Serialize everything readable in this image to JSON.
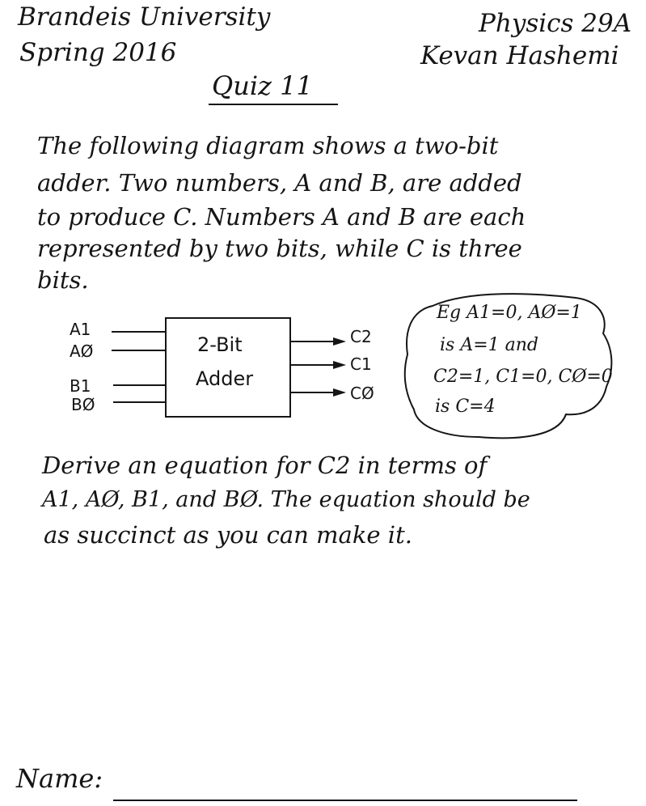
{
  "header": {
    "university": "Brandeis University",
    "term": "Spring 2016",
    "course": "Physics 29A",
    "instructor": "Kevan Hashemi",
    "title": "Quiz 11"
  },
  "intro_lines": [
    "The following diagram shows a two-bit",
    "adder. Two numbers, A and B, are added",
    "to produce C. Numbers A and B are each",
    "represented by two bits, while C is three",
    "bits."
  ],
  "diagram": {
    "block_line1": "2-Bit",
    "block_line2": "Adder",
    "inputs": [
      "A1",
      "AØ",
      "B1",
      "BØ"
    ],
    "outputs": [
      "C2",
      "C1",
      "CØ"
    ]
  },
  "note_lines": [
    "Eg  A1=0, AØ=1",
    "is A=1 and",
    "C2=1, C1=0, CØ=0",
    "is  C=4"
  ],
  "question_lines": [
    "Derive an equation for  C2  in terms of",
    "A1, AØ, B1, and BØ. The equation should be",
    "as succinct as you can make it."
  ],
  "name_label": "Name:"
}
